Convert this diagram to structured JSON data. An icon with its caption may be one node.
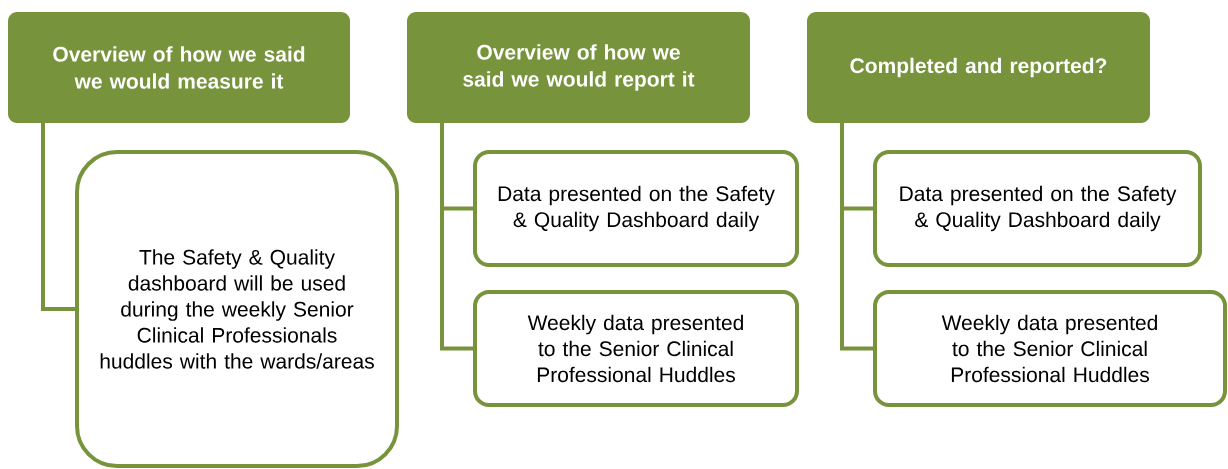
{
  "diagram": {
    "nodes": [
      {
        "text": [
          "Overview of how we said we would measure it"
        ]
      },
      {
        "text": [
          "The Safety & Quality dashboard will be used during the weekly Senior Clinical Professionals huddles with the wards/areas"
        ]
      },
      {
        "text": [
          "Overview of how we said we would report it"
        ]
      },
      {
        "text": [
          "Data presented on the Safety & Quality Dashboard daily"
        ]
      },
      {
        "text": [
          "Weekly data presented to the Senior Clinical Professional Huddles"
        ]
      },
      {
        "text": [
          "Completed and reported?"
        ]
      },
      {
        "text": [
          "Data presented on the Safety & Quality Dashboard daily"
        ]
      },
      {
        "text": [
          "Weekly data presented to the Senior Clinical Professional Huddles"
        ]
      }
    ],
    "edges": [
      {
        "from": 0,
        "to": 1,
        "arrow": "none"
      },
      {
        "from": 2,
        "to": 3,
        "arrow": "none"
      },
      {
        "from": 2,
        "to": 4,
        "arrow": "none"
      },
      {
        "from": 5,
        "to": 6,
        "arrow": "none"
      },
      {
        "from": 5,
        "to": 7,
        "arrow": "none"
      }
    ]
  }
}
